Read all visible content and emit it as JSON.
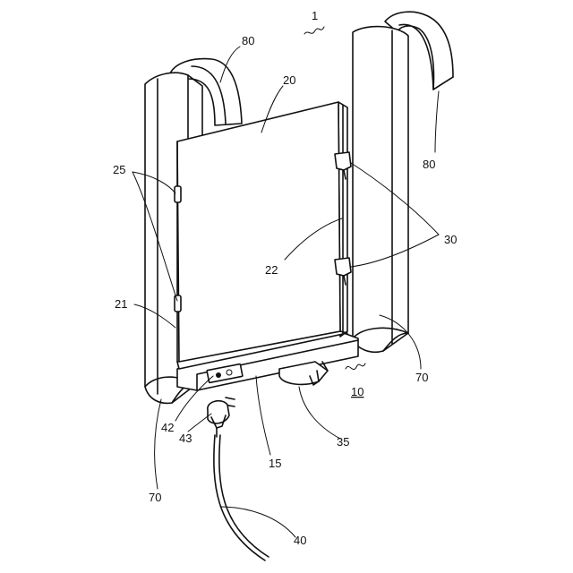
{
  "figure": {
    "labels": {
      "l1": "1",
      "l10": "10",
      "l15": "15",
      "l20": "20",
      "l21": "21",
      "l22": "22",
      "l25": "25",
      "l30": "30",
      "l35": "35",
      "l40": "40",
      "l42": "42",
      "l43": "43",
      "l70_left": "70",
      "l70_right": "70",
      "l80_top": "80",
      "l80_right": "80"
    }
  }
}
